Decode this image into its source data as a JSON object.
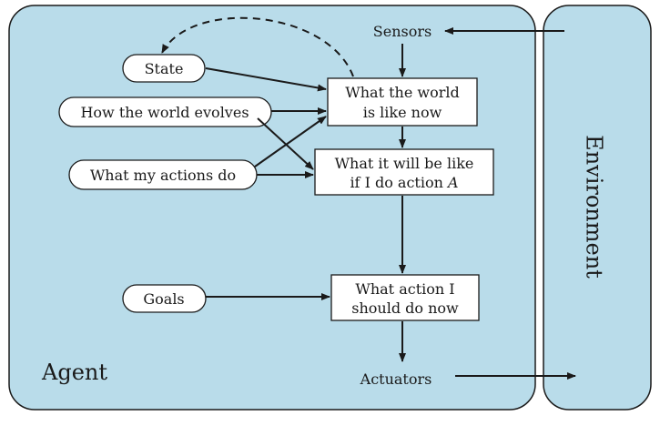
{
  "colors": {
    "agent_fill": "#b9dcea",
    "environment_fill": "#b9dcea",
    "box_fill": "#ffffff",
    "stroke": "#1a1a1a"
  },
  "agent": {
    "label": "Agent"
  },
  "environment": {
    "label": "Environment"
  },
  "sensors": {
    "label": "Sensors"
  },
  "actuators": {
    "label": "Actuators"
  },
  "knowledge": {
    "state": "State",
    "world_evolves": "How the world evolves",
    "actions_do": "What my actions do",
    "goals": "Goals"
  },
  "boxes": {
    "world_now": {
      "line1": "What the world",
      "line2": "is like now"
    },
    "will_be": {
      "line1": "What it will be like",
      "line2_prefix": "if I do action ",
      "line2_var": "A"
    },
    "action": {
      "line1": "What action I",
      "line2": "should do now"
    }
  }
}
